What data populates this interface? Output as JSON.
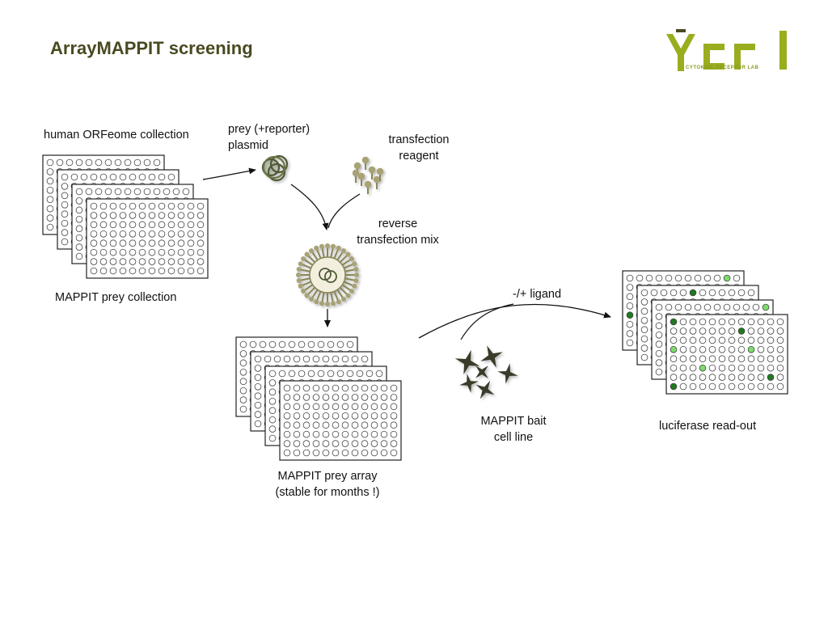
{
  "title": "ArrayMAPPIT screening",
  "logo": {
    "text": "cri",
    "subtitle": "CYTOKINE RECEPTOR LAB",
    "color": "#9aad1e"
  },
  "labels": {
    "orfeome": "human ORFeome collection",
    "prey_collection": "MAPPIT prey collection",
    "plasmid_line1": "prey (+reporter)",
    "plasmid_line2": "plasmid",
    "reagent_line1": "transfection",
    "reagent_line2": "reagent",
    "mix_line1": "reverse",
    "mix_line2": "transfection mix",
    "prey_array_line1": "MAPPIT prey array",
    "prey_array_line2": "(stable for months !)",
    "ligand": "-/+ ligand",
    "bait_line1": "MAPPIT bait",
    "bait_line2": "cell line",
    "readout": "luciferase read-out"
  },
  "colors": {
    "title": "#4a4a22",
    "olive": "#8a8658",
    "dark_cell": "#3a3a2a",
    "hit_dark": "#1f7a1f",
    "hit_light": "#7ddc6a"
  }
}
